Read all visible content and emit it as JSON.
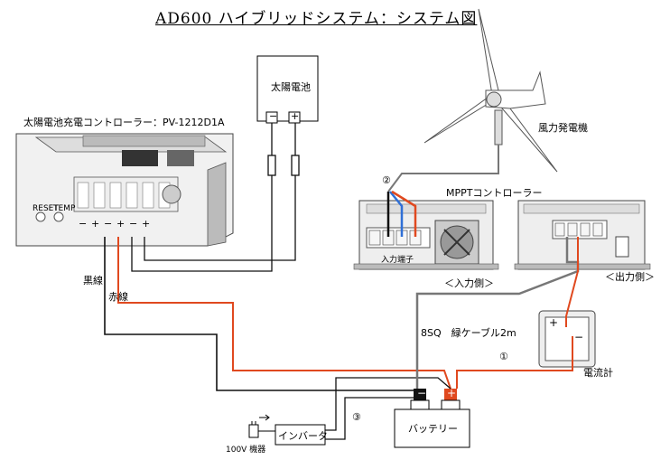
{
  "title": "AD600 ハイブリッドシステム：システム図",
  "colors": {
    "red": "#e0491f",
    "black": "#111111",
    "blue": "#2f6fd6",
    "gray": "#8a8a8a",
    "cable": "#777777"
  },
  "solar_panel": {
    "label": "太陽電池",
    "minus": "−",
    "plus": "+"
  },
  "charge_controller": {
    "label": "太陽電池充電コントローラー：PV-1212D1A",
    "reset": "RESET",
    "temp": "TEMP",
    "terminals": [
      "−",
      "+",
      "−",
      "+",
      "−",
      "+"
    ]
  },
  "wind_turbine": {
    "label": "風力発電機"
  },
  "mppt_controller": {
    "label": "MPPTコントローラー",
    "input_terminal": "入力端子",
    "input_side": "＜入力側＞",
    "output_side": "＜出力側＞"
  },
  "wires": {
    "black": "黒線",
    "red": "赤線",
    "cable": "8SQ　緑ケーブル2m"
  },
  "markers": {
    "m1": "①",
    "m2": "②",
    "m3": "③"
  },
  "ammeter": {
    "label": "電流計",
    "plus": "+",
    "minus": "−"
  },
  "battery": {
    "label": "バッテリー",
    "minus": "−",
    "plus": "+"
  },
  "inverter": {
    "label": "インバータ"
  },
  "appliance": {
    "label": "100V 機器"
  }
}
